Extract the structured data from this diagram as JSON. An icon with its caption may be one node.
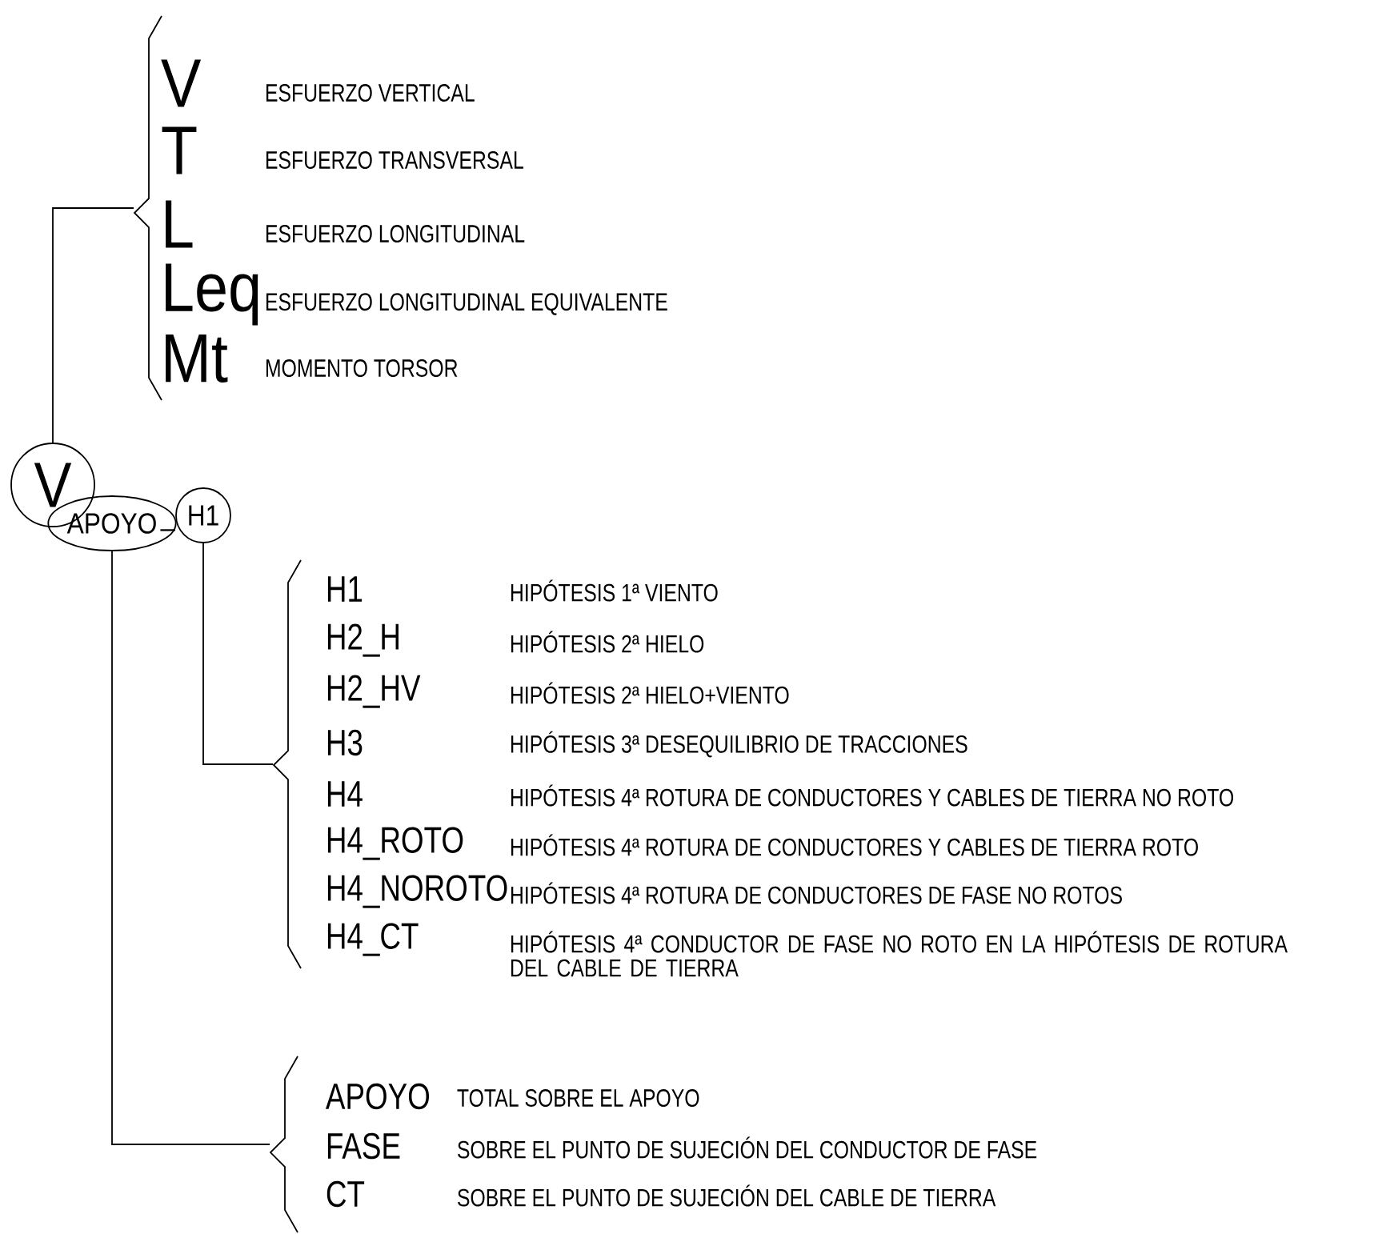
{
  "diagram": {
    "nodes": [
      {
        "text": [
          "V"
        ]
      },
      {
        "text": [
          "APOYO"
        ]
      },
      {
        "text": [
          "H1"
        ]
      },
      {
        "text": [],
        "shape": "brace"
      },
      {
        "text": [],
        "shape": "brace"
      },
      {
        "text": [],
        "shape": "brace"
      }
    ],
    "edges": [
      {
        "from": 0,
        "to": 3,
        "arrow": "none"
      },
      {
        "from": 2,
        "to": 4,
        "arrow": "none"
      },
      {
        "from": 1,
        "to": 5,
        "arrow": "none"
      }
    ],
    "labels": [
      "V",
      "ESFUERZO VERTICAL",
      "T",
      "ESFUERZO TRANSVERSAL",
      "L",
      "ESFUERZO LONGITUDINAL",
      "Leq",
      "ESFUERZO LONGITUDINAL EQUIVALENTE",
      "Mt",
      "MOMENTO TORSOR",
      "_",
      "H1",
      "HIPÓTESIS 1ª VIENTO",
      "H2_H",
      "HIPÓTESIS 2ª HIELO",
      "H2_HV",
      "HIPÓTESIS 2ª HIELO+VIENTO",
      "H3",
      "HIPÓTESIS 3ª DESEQUILIBRIO DE TRACCIONES",
      "H4",
      "HIPÓTESIS 4ª ROTURA DE CONDUCTORES Y CABLES DE TIERRA NO ROTO",
      "H4_ROTO",
      "HIPÓTESIS 4ª ROTURA DE CONDUCTORES Y CABLES DE TIERRA ROTO",
      "H4_NOROTO",
      "HIPÓTESIS 4ª ROTURA DE CONDUCTORES DE FASE NO ROTOS",
      "H4_CT",
      "HIPÓTESIS 4ª CONDUCTOR DE FASE NO ROTO EN LA HIPÓTESIS DE ROTURA DEL CABLE DE TIERRA",
      "APOYO",
      "TOTAL SOBRE EL APOYO",
      "FASE",
      "SOBRE EL PUNTO DE SUJECIÓN DEL CONDUCTOR DE FASE",
      "CT",
      "SOBRE EL PUNTO DE SUJECIÓN DEL CABLE DE TIERRA"
    ]
  }
}
